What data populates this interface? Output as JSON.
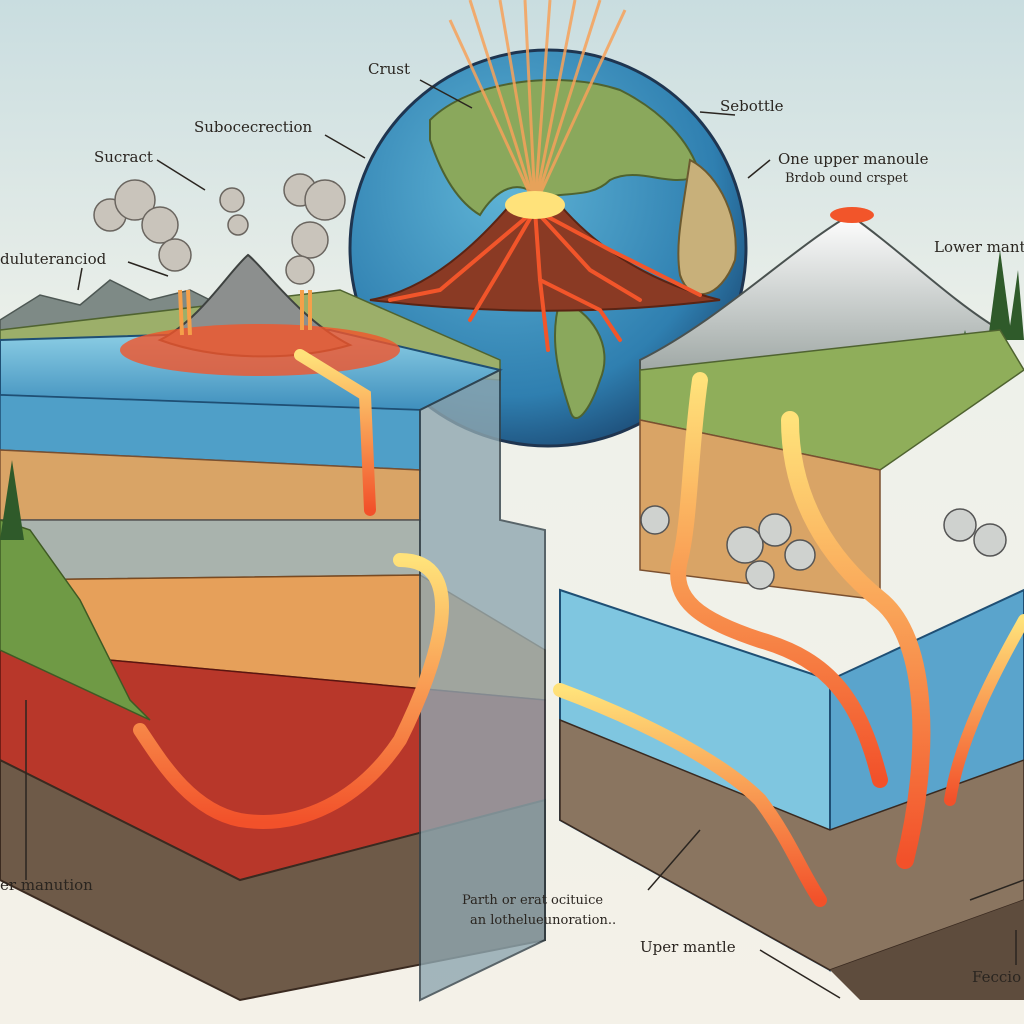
{
  "labels": {
    "crust": "Crust",
    "subduction_top": "Subocecrection",
    "sebottle": "Sebottle",
    "sucract": "Sucract",
    "one_upper_1": "One upper manoule",
    "one_upper_2": "Brdob ound crspet",
    "duluteranciod": "duluteranciod",
    "lower_mantle": "Lower manti",
    "er_manution": "er manution",
    "parth_1": "Parth or erat ocituice",
    "parth_2": "an lothelueunoration..",
    "upper_mantle": "Uper mantle",
    "feccio": "Feccio"
  },
  "colors": {
    "paper": "#f4f1e8",
    "ocean": "#4f9fc8",
    "lava": "#f0562a",
    "lava_glow": "#ffd45a",
    "crust_tan": "#d9a466",
    "mantle_red": "#b8372a",
    "land_green": "#7b9a52"
  }
}
